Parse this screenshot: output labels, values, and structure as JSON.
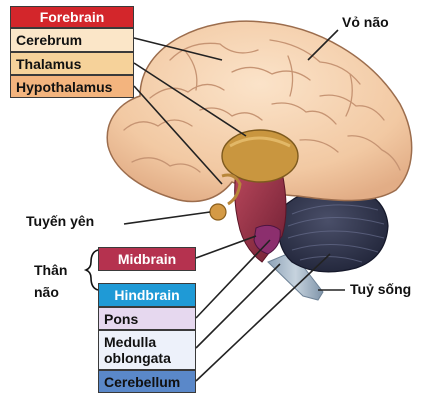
{
  "forebrain": {
    "header": "Forebrain",
    "items": [
      "Cerebrum",
      "Thalamus",
      "Hypothalamus"
    ]
  },
  "midbrain": {
    "header": "Midbrain"
  },
  "hindbrain": {
    "header": "Hindbrain",
    "items": [
      "Pons",
      "Medulla oblongata",
      "Cerebellum"
    ],
    "medulla_line1": "Medulla",
    "medulla_line2": "oblongata"
  },
  "labels": {
    "cortex": "Vỏ não",
    "pituitary": "Tuyến yên",
    "brainstem_line1": "Thân",
    "brainstem_line2": "não",
    "spinal_cord": "Tuỷ sống"
  },
  "colors": {
    "forebrain_header": "#d3262b",
    "cerebrum": "#fbe6c8",
    "thalamus": "#f6d29a",
    "hypothalamus": "#f3b47e",
    "midbrain_header": "#b5324f",
    "hindbrain_header": "#1f9ad6",
    "pons": "#e6d8ef",
    "medulla": "#edf1fa",
    "cerebellum": "#5a88c9"
  }
}
